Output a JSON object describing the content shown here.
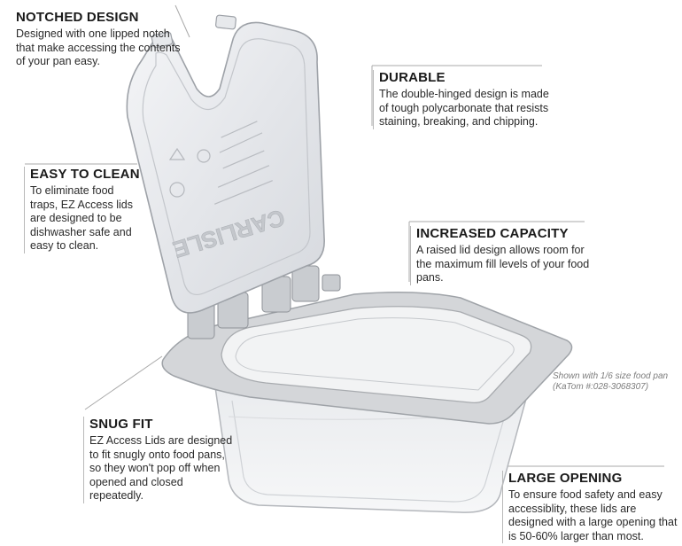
{
  "callouts": {
    "notched": {
      "title": "NOTCHED DESIGN",
      "body": "Designed with one lipped notch that make accessing the contents of your pan easy."
    },
    "durable": {
      "title": "DURABLE",
      "body": "The double-hinged design is made of tough polycarbonate that resists staining, breaking, and chipping."
    },
    "easy_clean": {
      "title": "EASY TO CLEAN",
      "body": "To eliminate food traps, EZ Access lids are designed to be dishwasher safe and easy to clean."
    },
    "capacity": {
      "title": "INCREASED CAPACITY",
      "body": "A raised lid design allows room for the maximum fill levels of your food pans."
    },
    "snug_fit": {
      "title": "SNUG FIT",
      "body": "EZ Access Lids are designed to fit snugly onto food pans, so they won't pop off when opened and closed repeatedly."
    },
    "large_opening": {
      "title": "LARGE OPENING",
      "body": "To ensure food safety and easy accessiblity, these lids are designed with a large opening that is 50-60% larger than most."
    }
  },
  "note": {
    "line1": "Shown with 1/6 size food pan",
    "line2": "(KaTom #:028-3068307)"
  },
  "lid_brand": "CARLISLE"
}
